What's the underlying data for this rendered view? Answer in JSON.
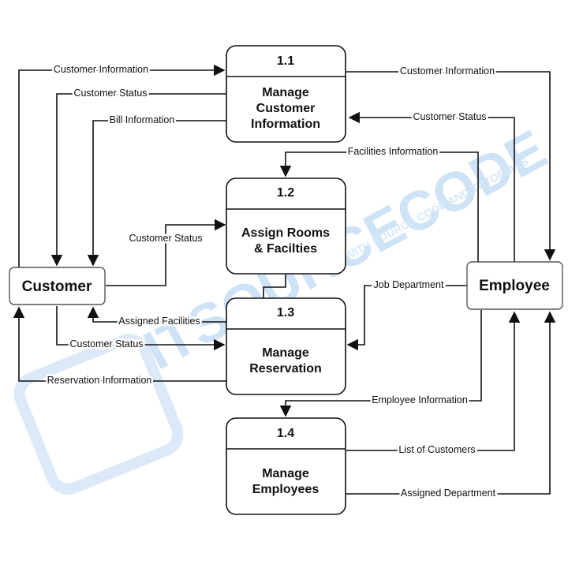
{
  "watermark": {
    "main": "ITSOURCECODE",
    "sub": "WITH SOURCE CODE AND TUTORIALS"
  },
  "entities": {
    "customer": "Customer",
    "employee": "Employee"
  },
  "processes": [
    {
      "id": "1.1",
      "lines": [
        "Manage",
        "Customer",
        "Information"
      ]
    },
    {
      "id": "1.2",
      "lines": [
        "Assign Rooms",
        "& Facilties"
      ]
    },
    {
      "id": "1.3",
      "lines": [
        "Manage",
        "Reservation"
      ]
    },
    {
      "id": "1.4",
      "lines": [
        "Manage",
        "Employees"
      ]
    }
  ],
  "flows": {
    "customer_info_in": "Customer Information",
    "customer_status_out": "Customer Status",
    "bill_info": "Bill Information",
    "customer_info_to_employee": "Customer Information",
    "customer_status_from_employee": "Customer Status",
    "facilities_info": "Facilities Information",
    "customer_status_to_12": "Customer Status",
    "assigned_facilities": "Assigned Facilities",
    "job_department": "Job Department",
    "customer_status_to_13": "Customer Status",
    "reservation_info": "Reservation Information",
    "employee_info": "Employee Information",
    "list_of_customers": "List of Customers",
    "assigned_department": "Assigned Department"
  }
}
